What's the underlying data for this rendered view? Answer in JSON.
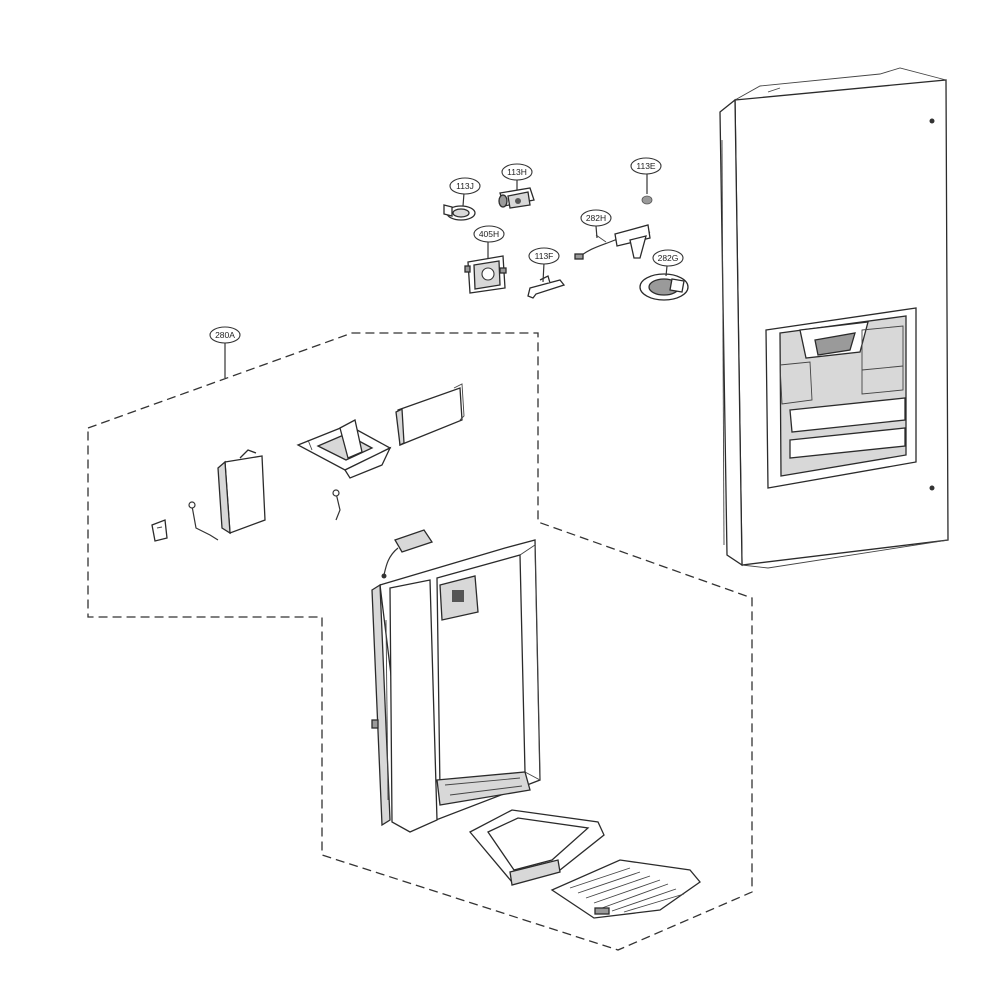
{
  "diagram": {
    "callouts": [
      {
        "id": "label-113j",
        "text": "113J"
      },
      {
        "id": "label-113h",
        "text": "113H"
      },
      {
        "id": "label-113e",
        "text": "113E"
      },
      {
        "id": "label-282h",
        "text": "282H"
      },
      {
        "id": "label-405h",
        "text": "405H"
      },
      {
        "id": "label-113f",
        "text": "113F"
      },
      {
        "id": "label-282g",
        "text": "282G"
      },
      {
        "id": "label-280a",
        "text": "280A"
      }
    ]
  }
}
